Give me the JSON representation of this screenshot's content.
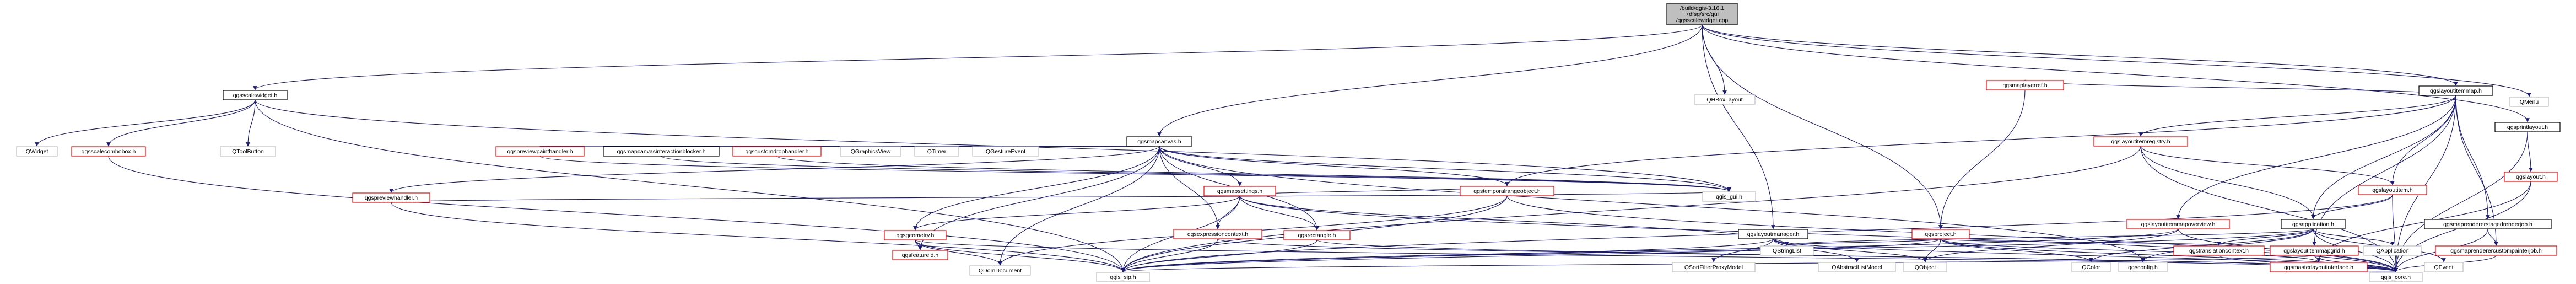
{
  "colors": {
    "edge": "#191970",
    "root_fill": "#bfbfbf",
    "root_stroke": "#000000",
    "normal_fill": "#ffffff",
    "normal_stroke": "#000000",
    "missing_stroke": "#ff0000",
    "leaf_stroke": "#bfbfbf"
  },
  "nodes": [
    {
      "id": "root",
      "lines": [
        "/build/qgis-3.16.1",
        "+dfsg/src/gui",
        "/qgsscalewidget.cpp"
      ],
      "kind": "root"
    },
    {
      "id": "qgsscalewidget_h",
      "lines": [
        "qgsscalewidget.h"
      ],
      "kind": "normal"
    },
    {
      "id": "qhboxlayout",
      "lines": [
        "QHBoxLayout"
      ],
      "kind": "leaf"
    },
    {
      "id": "qgsmapcanvas_h",
      "lines": [
        "qgsmapcanvas.h"
      ],
      "kind": "normal"
    },
    {
      "id": "qgslayoutmanager_h",
      "lines": [
        "qgslayoutmanager.h"
      ],
      "kind": "normal"
    },
    {
      "id": "qgsproject_h",
      "lines": [
        "qgsproject.h"
      ],
      "kind": "missing"
    },
    {
      "id": "qgslayoutitemmap_h",
      "lines": [
        "qgslayoutitemmap.h"
      ],
      "kind": "normal"
    },
    {
      "id": "qgsprintlayout_h",
      "lines": [
        "qgsprintlayout.h"
      ],
      "kind": "normal"
    },
    {
      "id": "qmenu",
      "lines": [
        "QMenu"
      ],
      "kind": "leaf"
    },
    {
      "id": "qwidget",
      "lines": [
        "QWidget"
      ],
      "kind": "leaf"
    },
    {
      "id": "qgsscalecombobox_h",
      "lines": [
        "qgsscalecombobox.h"
      ],
      "kind": "missing"
    },
    {
      "id": "qtoolbutton",
      "lines": [
        "QToolButton"
      ],
      "kind": "leaf"
    },
    {
      "id": "qgspreviewviewitem_h",
      "lines": [
        "qgspreviewhandler.h"
      ],
      "kind": "missing"
    },
    {
      "id": "qgspreviewpainthandler_h",
      "lines": [
        "qgspreviewpainthandler.h"
      ],
      "kind": "missing"
    },
    {
      "id": "qgsmapcanvasinteractionblocker_h",
      "lines": [
        "qgsmapcanvasinteractionblocker.h"
      ],
      "kind": "normal"
    },
    {
      "id": "qgscustomdrophandler_h",
      "lines": [
        "qgscustomdrophandler.h"
      ],
      "kind": "missing"
    },
    {
      "id": "qgraphicsview",
      "lines": [
        "QGraphicsView"
      ],
      "kind": "leaf"
    },
    {
      "id": "qtimer",
      "lines": [
        "QTimer"
      ],
      "kind": "leaf"
    },
    {
      "id": "qgestureevent",
      "lines": [
        "QGestureEvent"
      ],
      "kind": "leaf"
    },
    {
      "id": "qgsmapsettings_h",
      "lines": [
        "qgsmapsettings.h"
      ],
      "kind": "missing"
    },
    {
      "id": "qgsrectangle_h",
      "lines": [
        "qgsrectangle.h"
      ],
      "kind": "missing"
    },
    {
      "id": "qgsexpressioncontext_h",
      "lines": [
        "qgsexpressioncontext.h"
      ],
      "kind": "missing"
    },
    {
      "id": "qgstemporalrangeobject_h",
      "lines": [
        "qgstemporalrangeobject.h"
      ],
      "kind": "missing"
    },
    {
      "id": "qgsgeometry_h",
      "lines": [
        "qgsgeometry.h"
      ],
      "kind": "missing"
    },
    {
      "id": "qgsfeatureid_h",
      "lines": [
        "qgsfeatureid.h"
      ],
      "kind": "missing"
    },
    {
      "id": "qdomdocument",
      "lines": [
        "QDomDocument"
      ],
      "kind": "leaf"
    },
    {
      "id": "qgis_gui_h",
      "lines": [
        "qgis_gui.h"
      ],
      "kind": "leaf"
    },
    {
      "id": "qgis_sip_h",
      "lines": [
        "qgis_sip.h"
      ],
      "kind": "leaf"
    },
    {
      "id": "qgis_core_h",
      "lines": [
        "qgis_core.h"
      ],
      "kind": "leaf"
    },
    {
      "id": "qsortfilterproxymodel",
      "lines": [
        "QSortFilterProxyModel"
      ],
      "kind": "leaf"
    },
    {
      "id": "qstringlist",
      "lines": [
        "QStringList"
      ],
      "kind": "leaf"
    },
    {
      "id": "qabstractlistmodel",
      "lines": [
        "QAbstractListModel"
      ],
      "kind": "leaf"
    },
    {
      "id": "qobject",
      "lines": [
        "QObject"
      ],
      "kind": "leaf"
    },
    {
      "id": "qgsmaplayerref_h",
      "lines": [
        "qgsmaplayerref.h"
      ],
      "kind": "missing"
    },
    {
      "id": "qgslayoutitemregistry_h",
      "lines": [
        "qgslayoutitemregistry.h"
      ],
      "kind": "missing"
    },
    {
      "id": "qgslayoutitemmapoverview_h",
      "lines": [
        "qgslayoutitemmapoverview.h"
      ],
      "kind": "missing"
    },
    {
      "id": "qgslayoutitem_h",
      "lines": [
        "qgslayoutitem.h"
      ],
      "kind": "missing"
    },
    {
      "id": "qgsapplication_h",
      "lines": [
        "qgsapplication.h"
      ],
      "kind": "normal"
    },
    {
      "id": "qgsmaprendererstagedrenderjob_h",
      "lines": [
        "qgsmaprendererstagedrenderjob.h"
      ],
      "kind": "normal"
    },
    {
      "id": "qgslayout_h",
      "lines": [
        "qgslayout.h"
      ],
      "kind": "missing"
    },
    {
      "id": "qgstranslationcontext_h",
      "lines": [
        "qgstranslationcontext.h"
      ],
      "kind": "missing"
    },
    {
      "id": "qgslayoutitemmapgrid_h",
      "lines": [
        "qgslayoutitemmapgrid.h"
      ],
      "kind": "missing"
    },
    {
      "id": "qcolor",
      "lines": [
        "QColor"
      ],
      "kind": "leaf"
    },
    {
      "id": "qgsconfig_h",
      "lines": [
        "qgsconfig.h"
      ],
      "kind": "leaf"
    },
    {
      "id": "qapplication",
      "lines": [
        "QApplication"
      ],
      "kind": "leaf"
    },
    {
      "id": "qevent",
      "lines": [
        "QEvent"
      ],
      "kind": "leaf"
    },
    {
      "id": "qgsmasterlayoutinterface_h",
      "lines": [
        "qgsmasterlayoutinterface.h"
      ],
      "kind": "missing"
    },
    {
      "id": "qgsmaprenderercustompainterjob_h",
      "lines": [
        "qgsmaprenderercustompainterjob.h"
      ],
      "kind": "missing"
    }
  ]
}
